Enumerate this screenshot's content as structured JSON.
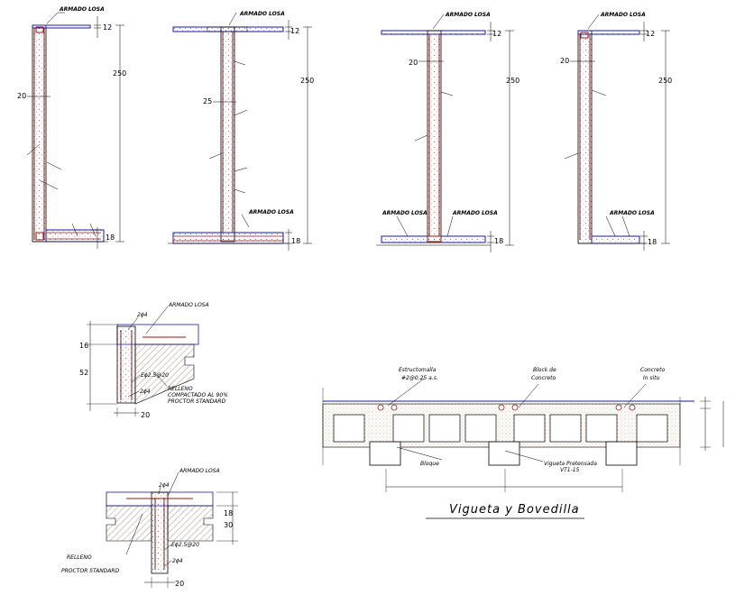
{
  "wall_details": {
    "detail_1": {
      "armado_losa": "ARMADO LOSA",
      "dim_thickness_top": "12",
      "dim_thickness_bottom": "18",
      "dim_height": "250",
      "dim_width": "20"
    },
    "detail_2": {
      "armado_losa_top": "ARMADO LOSA",
      "armado_losa_bottom": "ARMADO LOSA",
      "dim_thickness_top": "12",
      "dim_thickness_bottom": "18",
      "dim_height": "250",
      "dim_width": "25"
    },
    "detail_3": {
      "armado_losa_top": "ARMADO LOSA",
      "armado_losa_left": "ARMADO LOSA",
      "armado_losa_right": "ARMADO LOSA",
      "dim_thickness_top": "12",
      "dim_thickness_bottom": "18",
      "dim_height": "250",
      "dim_width": "20"
    },
    "detail_4": {
      "armado_losa_top": "ARMADO LOSA",
      "armado_losa_bottom": "ARMADO LOSA",
      "dim_thickness_top": "12",
      "dim_thickness_bottom": "18",
      "dim_height": "250",
      "dim_width": "20"
    }
  },
  "detail_relleno_compactado": {
    "armado_losa": "ARMADO LOSA",
    "bars_top": "2ϕ4",
    "stirrups": "Eϕ2.5@20",
    "bars_bottom": "2ϕ4",
    "relleno_line1": "RELLENO",
    "relleno_line2": "COMPACTADO AL 90%",
    "relleno_line3": "PROCTOR STANDARD",
    "dim_top": "16",
    "dim_height": "52",
    "dim_width": "20"
  },
  "detail_relleno_proctor": {
    "armado_losa": "ARMADO LOSA",
    "bars_top": "2ϕ4",
    "stirrups": "Eϕ2.5@20",
    "bars_bottom": "2ϕ4",
    "relleno_line1": "RELLENO",
    "relleno_line2": "PROCTOR STANDARD",
    "dim_slab": "18",
    "dim_height": "30",
    "dim_width": "20"
  },
  "vigueta_bovedilla": {
    "title": "Vigueta y Bovedilla",
    "estructomalla_line1": "Estructomalla",
    "estructomalla_line2": "#2@0.25 a.s.",
    "block_line1": "Block de",
    "block_line2": "Concreto",
    "concreto_line1": "Concreto",
    "concreto_line2": "In situ",
    "bloque": "Bloque",
    "vigueta_line1": "Vigueta Pretensada",
    "vigueta_line2": "VT1-15"
  },
  "colors": {
    "line": "#000000",
    "slab_edge": "#1a1aa0",
    "rebar": "#8b1a1a",
    "hatch": "#6b4a2a",
    "leader": "#000000"
  }
}
